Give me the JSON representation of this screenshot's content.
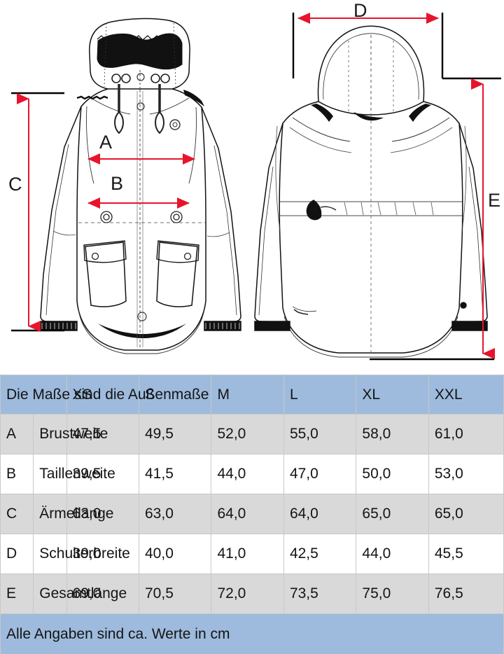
{
  "illustration": {
    "front_view_alt": "jacket-front-line-drawing",
    "back_view_alt": "jacket-back-line-drawing",
    "markers": {
      "A": "A",
      "B": "B",
      "C": "C",
      "D": "D",
      "E": "E"
    },
    "arrow_color": "#e8142d",
    "guide_color": "#000000"
  },
  "table": {
    "header": {
      "caption": "Die Maße sind die Außenmaße",
      "sizes": [
        "XS",
        "S",
        "M",
        "L",
        "XL",
        "XXL"
      ]
    },
    "rows": [
      {
        "letter": "A",
        "name": "Brustweite",
        "values": [
          "47,5",
          "49,5",
          "52,0",
          "55,0",
          "58,0",
          "61,0"
        ]
      },
      {
        "letter": "B",
        "name": "Taillenweite",
        "values": [
          "39,5",
          "41,5",
          "44,0",
          "47,0",
          "50,0",
          "53,0"
        ]
      },
      {
        "letter": "C",
        "name": "Ärmellänge",
        "values": [
          "63,0",
          "63,0",
          "64,0",
          "64,0",
          "65,0",
          "65,0"
        ]
      },
      {
        "letter": "D",
        "name": "Schulterbreite",
        "values": [
          "39,0",
          "40,0",
          "41,0",
          "42,5",
          "44,0",
          "45,5"
        ]
      },
      {
        "letter": "E",
        "name": "Gesamtlänge",
        "values": [
          "69,0",
          "70,5",
          "72,0",
          "73,5",
          "75,0",
          "76,5"
        ]
      }
    ],
    "footer": "Alle Angaben sind ca. Werte in cm",
    "colors": {
      "header_bg": "#9EBBDD",
      "stripe_bg": "#D9D9D9",
      "plain_bg": "#FFFFFF",
      "footer_bg": "#9EBBDD",
      "text": "#141414",
      "border": "#C8C8C8"
    }
  }
}
